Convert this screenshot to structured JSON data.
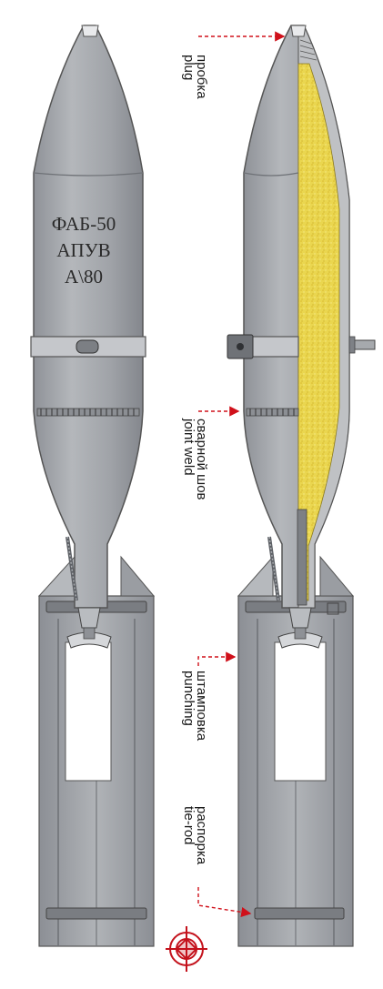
{
  "bomb_marking": {
    "line1": "ФАБ-50",
    "line2": "АПУВ",
    "line3": "А\\80"
  },
  "callouts": [
    {
      "id": "plug",
      "ru": "пробка",
      "en": "plug"
    },
    {
      "id": "joint-weld",
      "ru": "сварной шов",
      "en": "joint weld"
    },
    {
      "id": "punching",
      "ru": "штамповка",
      "en": "punching"
    },
    {
      "id": "tie-rod",
      "ru": "распорка",
      "en": "tie-rod"
    }
  ],
  "colors": {
    "body": "#a3a6ab",
    "body_dark": "#7d8086",
    "body_light": "#c6c8cc",
    "explosive": "#e8d24a",
    "leader": "#d0101a",
    "target_mark": "#c4121c"
  },
  "icons": {
    "target": "crosshair-target-icon"
  }
}
